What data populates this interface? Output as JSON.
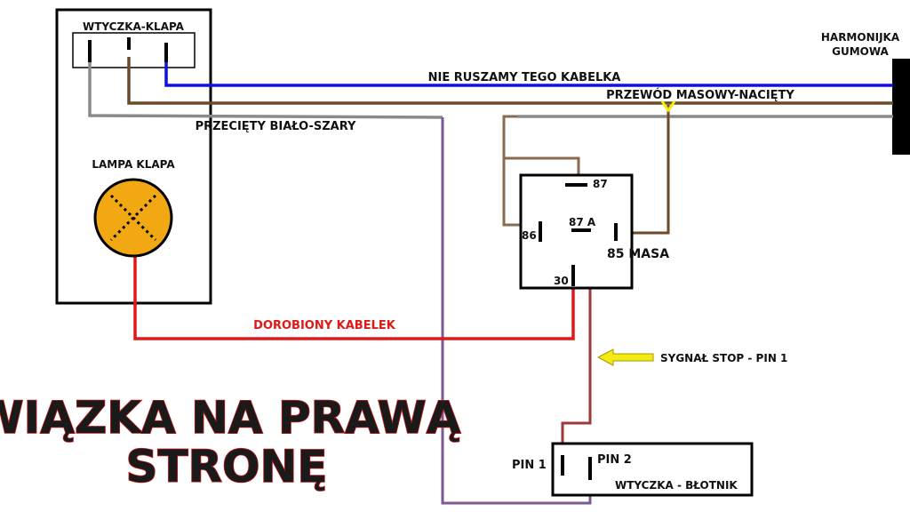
{
  "labels": {
    "plug_flap": "WTYCZKA-KLAPA",
    "lamp": "LAMPA KLAPA",
    "harmonica": [
      "HARMONIJKA",
      "GUMOWA"
    ],
    "wire_blue": "NIE RUSZAMY TEGO KABELKA",
    "wire_ground": "PRZEWÓD MASOWY-NACIĘTY",
    "wire_cut": "PRZECIĘTY BIAŁO-SZARY",
    "wire_added": "DOROBIONY KABELEK",
    "signal": "SYGNAŁ STOP - PIN 1",
    "plug_fender": "WTYCZKA - BŁOTNIK",
    "pin1": "PIN 1",
    "pin2": "PIN 2",
    "relay_87": "87",
    "relay_87a": "87 A",
    "relay_86": "86",
    "relay_85": "85 MASA",
    "relay_30": "30"
  },
  "title": [
    "WIĄZKA NA PRAWĄ",
    "STRONĘ"
  ],
  "colors": {
    "blue": "#1010e0",
    "brown": "#6b4a2a",
    "brown_light": "#8a6a4e",
    "gray": "#8a8a8a",
    "purple": "#7a5a90",
    "red": "#e01818",
    "darkred": "#9a3a3a",
    "lamp": "#f2a812",
    "arrow": "#f2ea10"
  }
}
